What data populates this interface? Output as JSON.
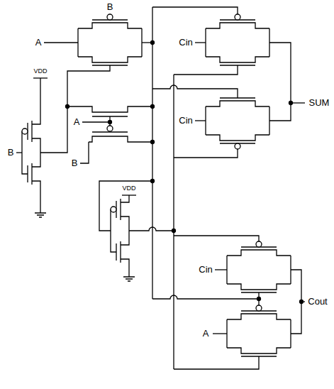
{
  "diagram": {
    "labels": [
      "B",
      "A",
      "Cin",
      "VDD",
      "A",
      "Cin",
      "SUM",
      "B",
      "B",
      "VDD",
      "Cin",
      "Cout",
      "A"
    ]
  }
}
